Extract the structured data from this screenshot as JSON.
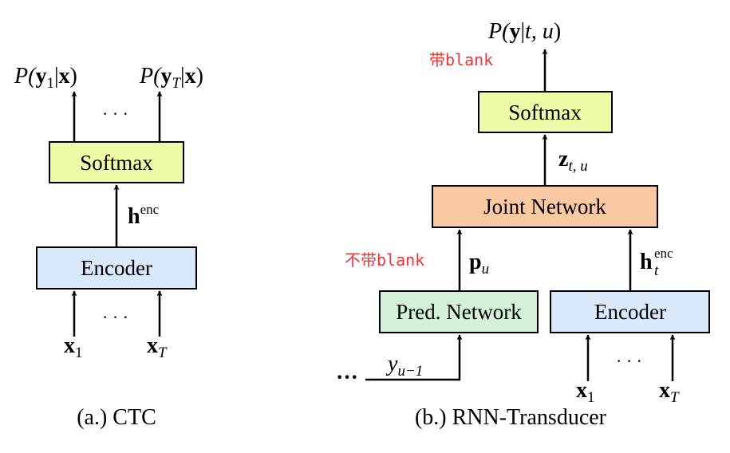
{
  "ctc": {
    "output_first": {
      "prefix": "P(",
      "vec": "y",
      "sub": "1",
      "bar": "|",
      "x": "x",
      "close": ")"
    },
    "output_last": {
      "prefix": "P(",
      "vec": "y",
      "sub": "T",
      "bar": "|",
      "x": "x",
      "close": ")"
    },
    "output_dots": "· · ·",
    "softmax_label": "Softmax",
    "hidden": {
      "vec": "h",
      "sup": "enc"
    },
    "encoder_label": "Encoder",
    "input_dots": "· · ·",
    "input_first": {
      "vec": "x",
      "sub": "1"
    },
    "input_last": {
      "vec": "x",
      "sub": "T"
    },
    "caption": "(a.)  CTC"
  },
  "rnnt": {
    "output": {
      "prefix": "P(",
      "vec": "y",
      "bar": "|",
      "args": "t, u",
      "close": ")"
    },
    "with_blank_note": "带blank",
    "softmax_label": "Softmax",
    "logits": {
      "vec": "z",
      "sub": "t, u"
    },
    "joint_label": "Joint Network",
    "without_blank_note": "不带blank",
    "pred_out": {
      "vec": "p",
      "sub": "u"
    },
    "enc_out": {
      "vec": "h",
      "sub": "t",
      "sup": "enc"
    },
    "pred_label": "Pred. Network",
    "encoder_label": "Encoder",
    "prev_label": {
      "var": "y",
      "sub": "u−1"
    },
    "history_dots": "···",
    "input_dots": "· · ·",
    "input_first": {
      "vec": "x",
      "sub": "1"
    },
    "input_last": {
      "vec": "x",
      "sub": "T"
    },
    "caption": "(b.)  RNN-Transducer"
  },
  "colors": {
    "softmax_fill": "#f0fba8",
    "encoder_fill": "#d9e9fb",
    "joint_fill": "#fbc8a4",
    "pred_fill": "#d4f0d8",
    "note_red": "#ee3333"
  }
}
